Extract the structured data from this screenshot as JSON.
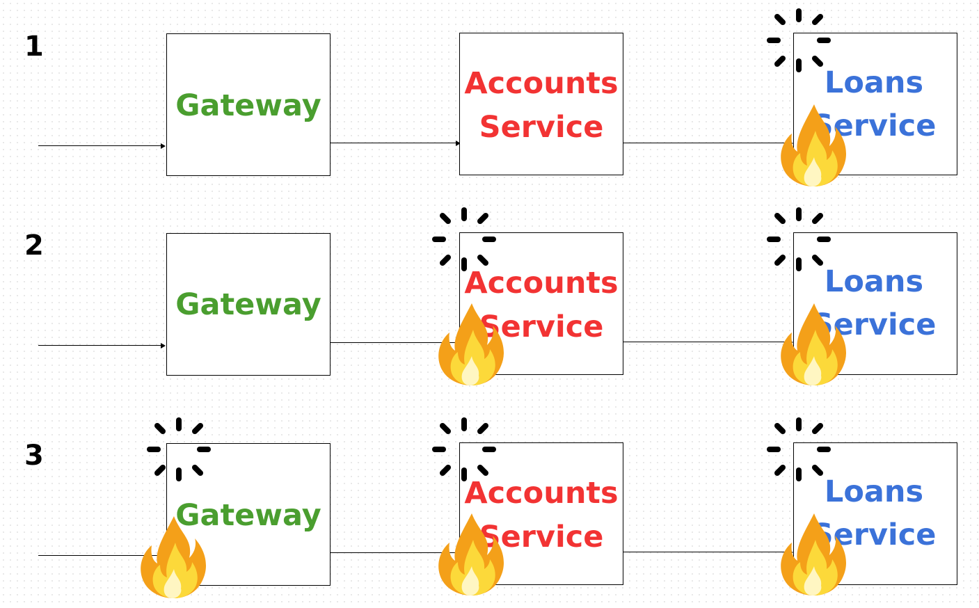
{
  "colors": {
    "gateway": "#4a9e2f",
    "accounts": "#f23333",
    "loans": "#3b72d9",
    "line": "#000000"
  },
  "services": {
    "gateway": {
      "line1": "Gateway"
    },
    "accounts": {
      "line1": "Accounts",
      "line2": "Service"
    },
    "loans": {
      "line1": "Loans",
      "line2": "Service"
    }
  },
  "rows": [
    {
      "number": "1",
      "failing": [
        "loans"
      ]
    },
    {
      "number": "2",
      "failing": [
        "accounts",
        "loans"
      ]
    },
    {
      "number": "3",
      "failing": [
        "gateway",
        "accounts",
        "loans"
      ]
    }
  ],
  "icons": {
    "failure": "fire-icon",
    "waiting": "loading-spinner-icon"
  }
}
